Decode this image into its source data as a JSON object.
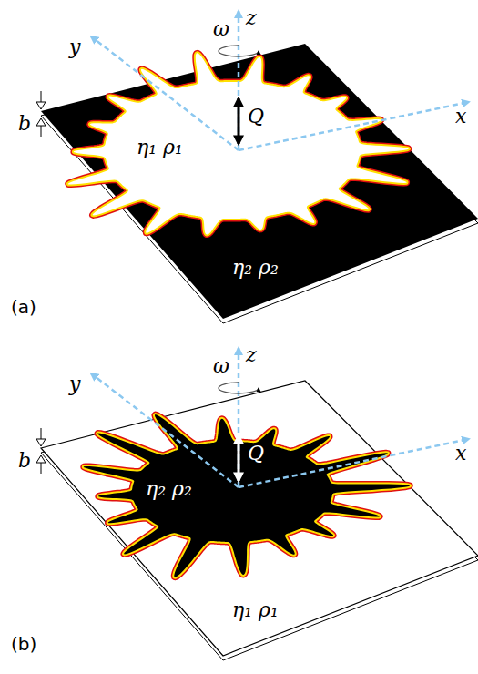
{
  "diagram": {
    "labels": [
      "y",
      "z",
      "ω",
      "x",
      "Q",
      "b",
      "η₁ ρ₁",
      "η₂ ρ₂",
      "(a)",
      "y",
      "z",
      "ω",
      "x",
      "Q",
      "b",
      "η₂ ρ₂",
      "η₁ ρ₁",
      "(b)"
    ]
  }
}
